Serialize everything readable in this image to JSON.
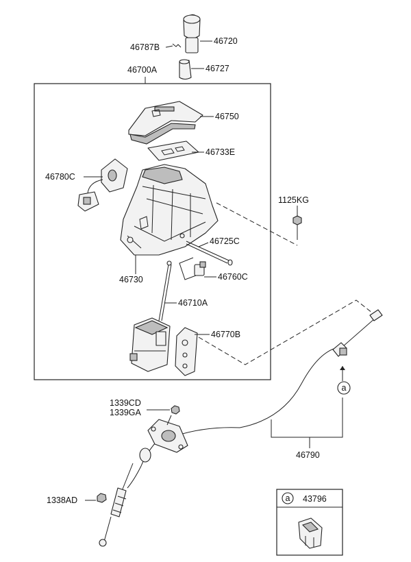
{
  "diagram": {
    "labels": {
      "knob": "46720",
      "knob_pin": "46787B",
      "knob_boot": "46727",
      "assembly": "46700A",
      "indicator_cover": "46750",
      "indicator_plate": "46733E",
      "solenoid": "46780C",
      "bolt": "1125KG",
      "pin": "46725C",
      "lever_body": "46730",
      "retainer": "46760C",
      "interlock": "46710A",
      "bracket": "46770B",
      "nut_1": "1339CD",
      "nut_2": "1339GA",
      "cable": "46790",
      "nut_3": "1338AD",
      "callout_a": "a",
      "detail_letter": "a",
      "detail_part": "43796"
    }
  }
}
